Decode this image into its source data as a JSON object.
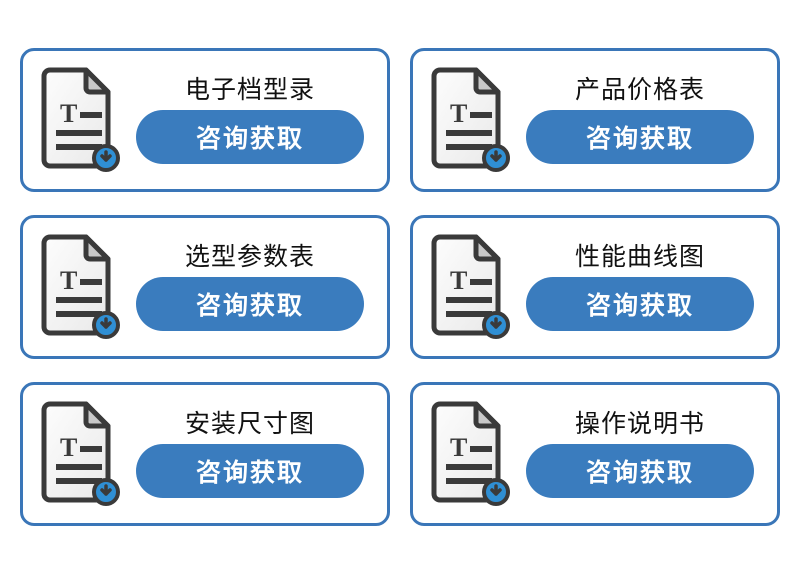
{
  "page": {
    "background_color": "#ffffff",
    "layout": "2-column x 3-row card grid",
    "card_border_color": "#3a76b8",
    "button_color": "#3a7cbe",
    "button_text_color": "#ffffff",
    "title_text_color": "#111111",
    "icon_outline_color": "#3a3a3a",
    "icon_page_color": "#f4f4f4",
    "icon_fold_color": "#c9c9c9",
    "icon_badge_color": "#2f8fd4",
    "icon_badge_arrow_color": "#3a3a3a"
  },
  "cards": [
    {
      "title": "电子档型录",
      "button_label": "咨询获取",
      "icon": "document-download-icon"
    },
    {
      "title": "产品价格表",
      "button_label": "咨询获取",
      "icon": "document-download-icon"
    },
    {
      "title": "选型参数表",
      "button_label": "咨询获取",
      "icon": "document-download-icon"
    },
    {
      "title": "性能曲线图",
      "button_label": "咨询获取",
      "icon": "document-download-icon"
    },
    {
      "title": "安装尺寸图",
      "button_label": "咨询获取",
      "icon": "document-download-icon"
    },
    {
      "title": "操作说明书",
      "button_label": "咨询获取",
      "icon": "document-download-icon"
    }
  ]
}
